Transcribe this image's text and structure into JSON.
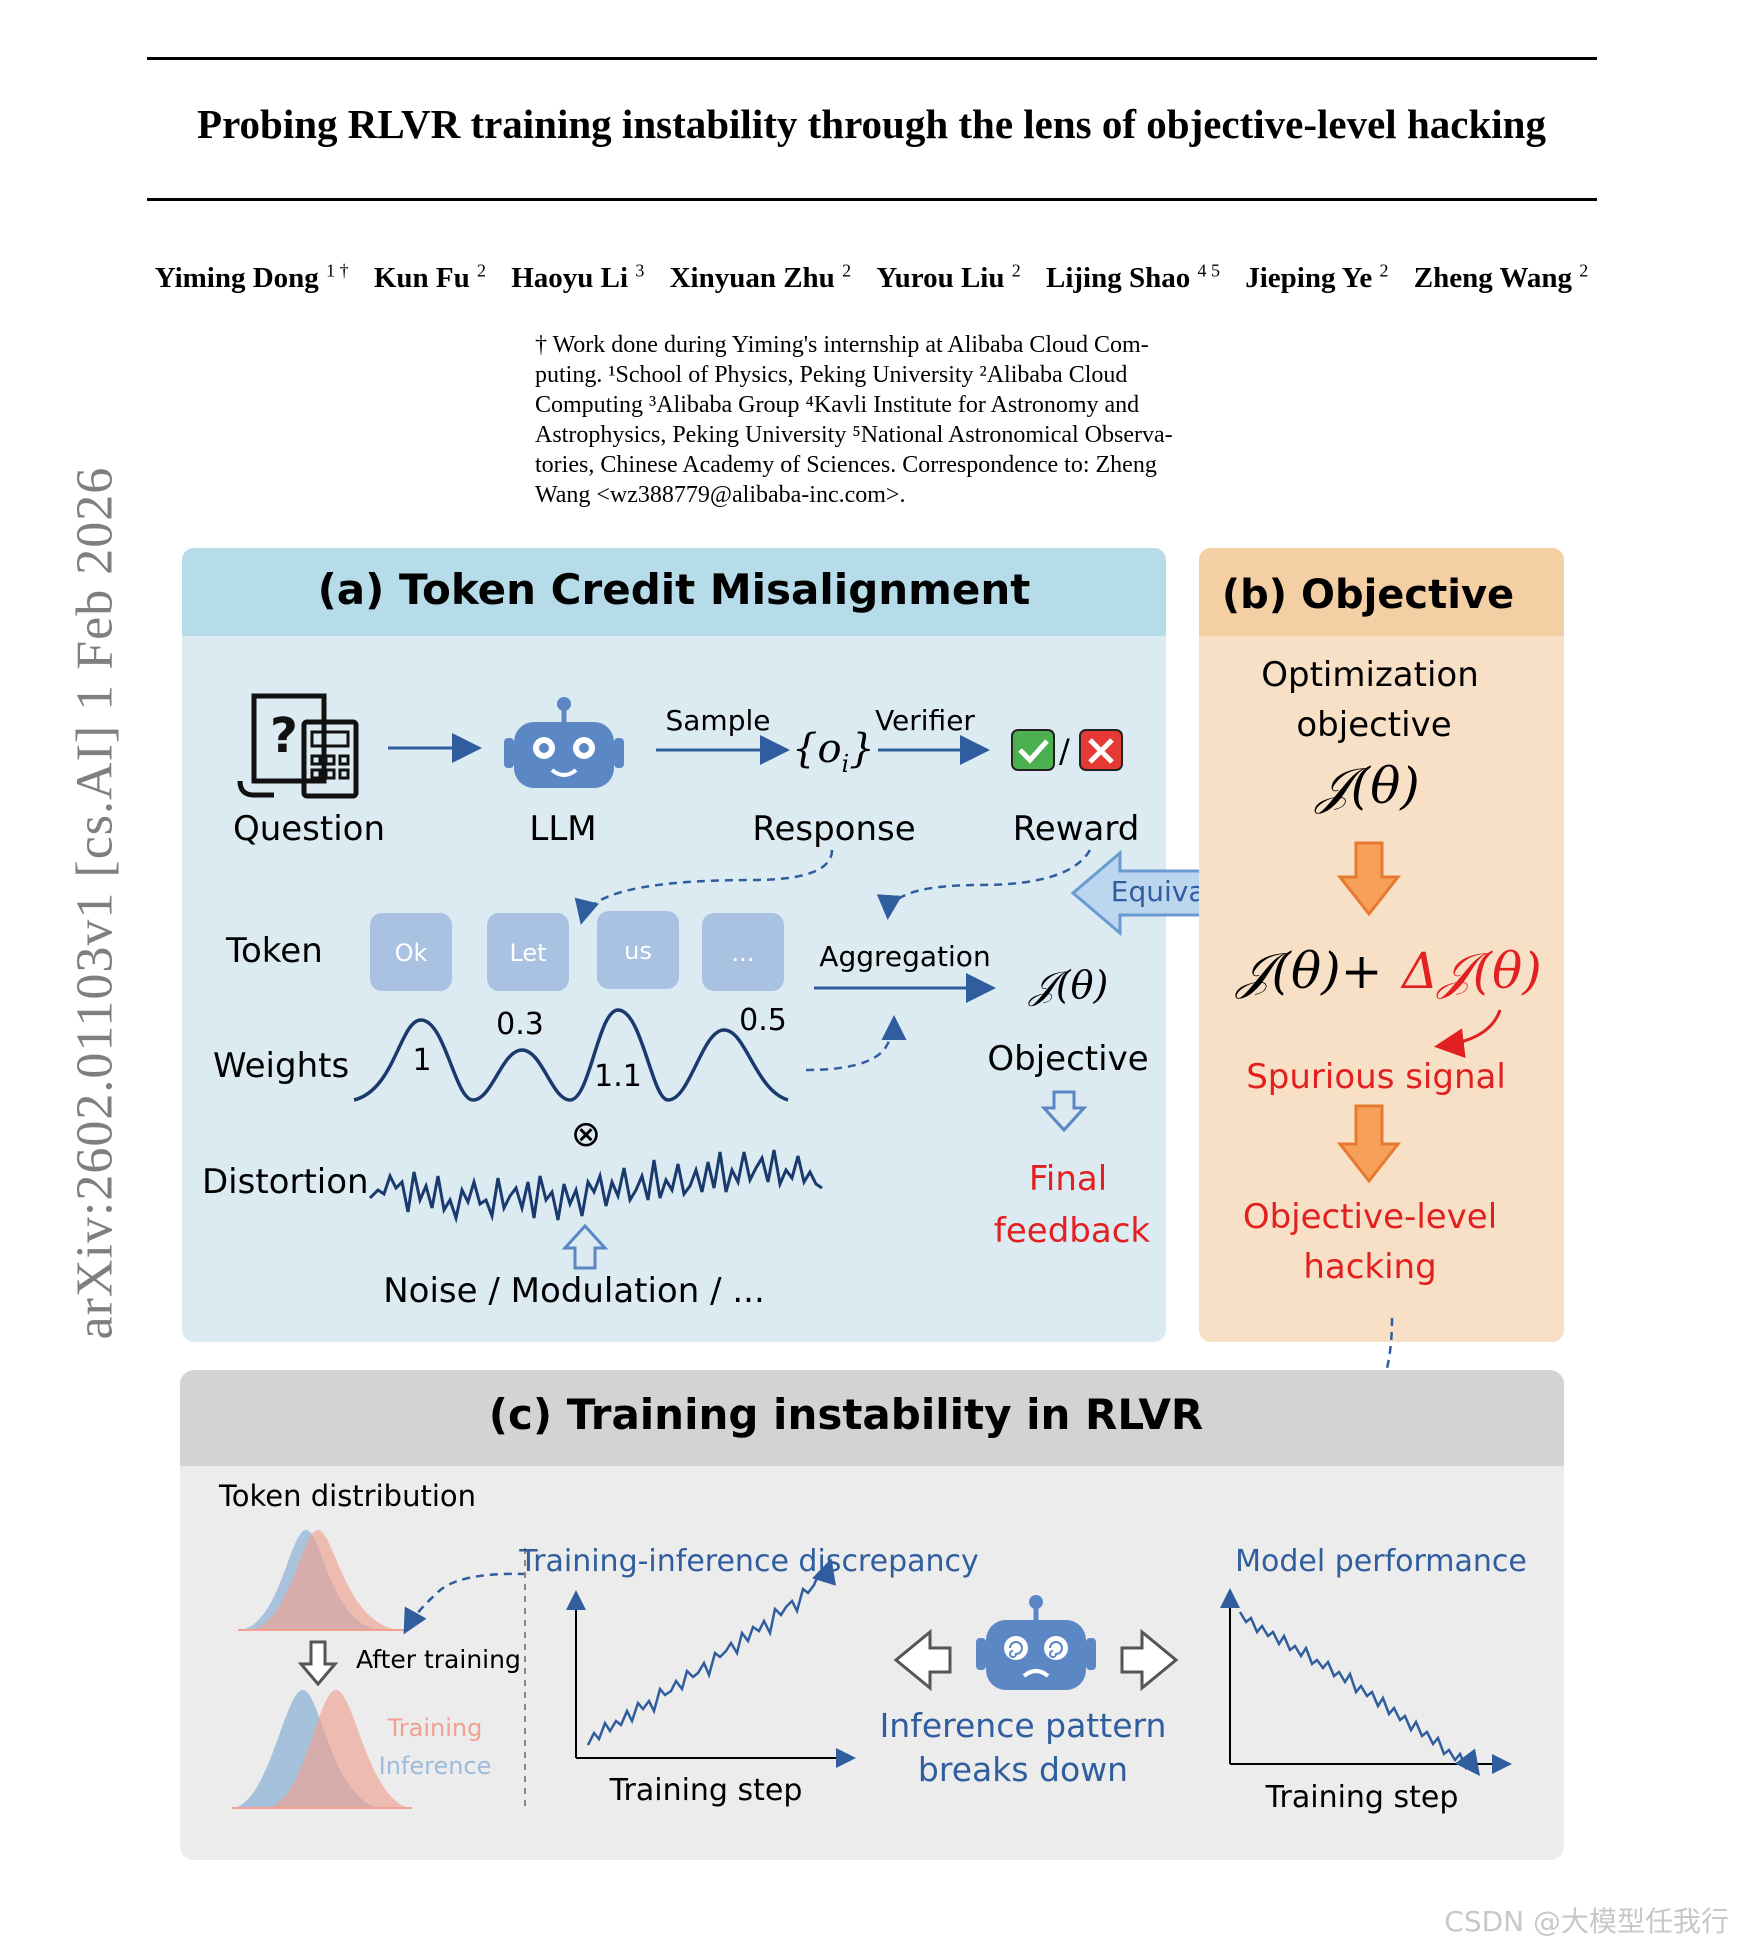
{
  "paper": {
    "title": "Probing RLVR training instability through the lens of objective-level hacking",
    "authors": [
      {
        "name": "Yiming Dong",
        "aff": "1 †"
      },
      {
        "name": "Kun Fu",
        "aff": "2"
      },
      {
        "name": "Haoyu Li",
        "aff": "3"
      },
      {
        "name": "Xinyuan Zhu",
        "aff": "2"
      },
      {
        "name": "Yurou Liu",
        "aff": "2"
      },
      {
        "name": "Lijing Shao",
        "aff": "4 5"
      },
      {
        "name": "Jieping Ye",
        "aff": "2"
      },
      {
        "name": "Zheng Wang",
        "aff": "2"
      }
    ],
    "footnote_lines": [
      "† Work done during Yiming's internship at Alibaba Cloud Com-",
      "puting. ¹School of Physics, Peking University ²Alibaba Cloud",
      "Computing ³Alibaba Group ⁴Kavli Institute for Astronomy and",
      "Astrophysics, Peking University ⁵National Astronomical Observa-",
      "tories, Chinese Academy of Sciences. Correspondence to: Zheng",
      "Wang <wz388779@alibaba-inc.com>."
    ],
    "arxiv_stamp": "arXiv:2602.01103v1  [cs.AI]  1 Feb 2026"
  },
  "figure": {
    "panel_a": {
      "header": "(a) Token Credit Misalignment",
      "question": "Question",
      "llm": "LLM",
      "sample": "Sample",
      "verifier": "Verifier",
      "response": "Response",
      "reward": "Reward",
      "response_symbol": "{o",
      "response_sub": "i",
      "response_close": "}",
      "token_label": "Token",
      "tokens": [
        "Ok",
        "Let",
        "us",
        "..."
      ],
      "weights_label": "Weights",
      "weight_values": [
        "1",
        "0.3",
        "1.1",
        "0.5"
      ],
      "aggregation": "Aggregation",
      "objective_symbol": "𝒥(θ)",
      "objective": "Objective",
      "final_feedback_1": "Final",
      "final_feedback_2": "feedback",
      "distortion_label": "Distortion",
      "otimes": "⊗",
      "noise": "Noise / Modulation / ..."
    },
    "equivalent": "Equivalent",
    "panel_b": {
      "header": "(b) Objective",
      "opt_1": "Optimization",
      "opt_2": "objective",
      "j_theta": "𝒥(θ)",
      "j_plus": "𝒥(θ)+",
      "delta_j": "Δ𝒥(θ)",
      "spurious": "Spurious signal",
      "hack_1": "Objective-level",
      "hack_2": "hacking"
    },
    "panel_c": {
      "header": "(c) Training instability in RLVR",
      "token_distribution": "Token distribution",
      "after_training": "After training",
      "training": "Training",
      "inference": "Inference",
      "discrepancy_title": "Training-inference discrepancy",
      "training_step_1": "Training step",
      "breaks_1": "Inference pattern",
      "breaks_2": "breaks down",
      "performance_title": "Model performance",
      "training_step_2": "Training step"
    },
    "colors": {
      "panel_a_bg": "#dceaf2",
      "panel_a_header": "#b5dce8",
      "panel_b_bg": "#f7e0c6",
      "panel_b_header": "#f5cfa4",
      "panel_c_bg": "#ececec",
      "panel_c_header": "#d3d3d3",
      "blue_line": "#2f5d9e",
      "red_text": "#e32020",
      "orange_arrow": "#f6a05a",
      "token_box": "#a9c2e2",
      "training_dist": "#f0a190",
      "inference_dist": "#9dbcd9"
    },
    "icons": [
      "question-calculator-icon",
      "robot-icon",
      "check-icon",
      "cross-icon",
      "dizzy-robot-icon"
    ]
  },
  "watermark": "CSDN @大模型任我行"
}
